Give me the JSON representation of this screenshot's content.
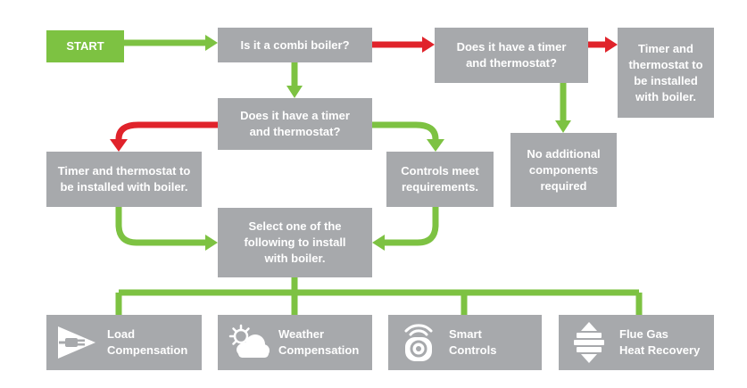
{
  "colors": {
    "box": "#a7a9ac",
    "start": "#7dc242",
    "arrow_yes": "#7dc242",
    "arrow_no": "#e0232b",
    "text": "#ffffff"
  },
  "nodes": {
    "start": "START",
    "combi_question": "Is it a combi boiler?",
    "timer_question_right": "Does it have a timer\nand thermostat?",
    "timer_required_right": "Timer and\nthermostat to\nbe installed\nwith boiler.",
    "no_additional": "No additional\ncomponents\nrequired",
    "timer_question_center": "Does it have a timer\nand thermostat?",
    "timer_required_left": "Timer and thermostat to\nbe installed with boiler.",
    "controls_meet": "Controls meet\nrequirements.",
    "select_one": "Select one of the\nfollowing to install\nwith boiler."
  },
  "options": [
    {
      "label": "Load\nCompensation",
      "icon": "plug-arrow-icon"
    },
    {
      "label": "Weather\nCompensation",
      "icon": "sun-cloud-icon"
    },
    {
      "label": "Smart\nControls",
      "icon": "smart-thermostat-icon"
    },
    {
      "label": "Flue Gas\nHeat Recovery",
      "icon": "flue-gas-heat-recovery-icon"
    }
  ]
}
